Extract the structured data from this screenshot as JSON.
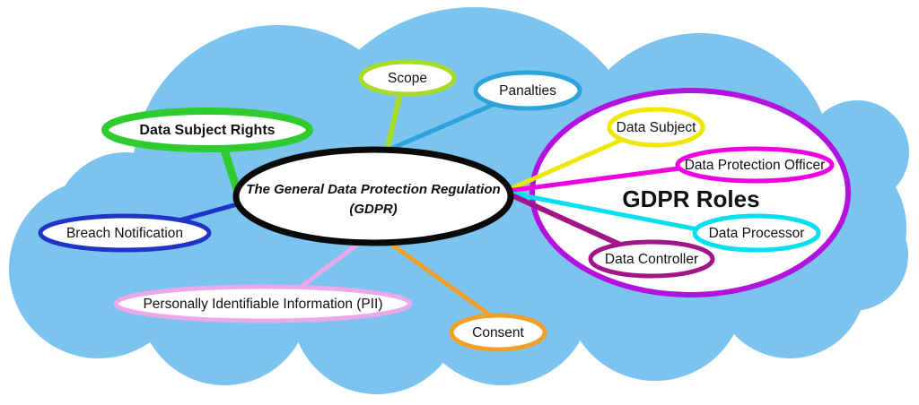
{
  "diagram": {
    "background_color": "#FFFFFF",
    "cloud_color": "#7CC4F0",
    "central": {
      "label_line1": "The General Data Protection Regulation",
      "label_line2": "(GDPR)",
      "border_color": "#0A0A0A"
    },
    "nodes": {
      "scope": {
        "label": "Scope",
        "color": "#A8DC28"
      },
      "penalties": {
        "label": "Panalties",
        "color": "#2BA4DC"
      },
      "data_subject_rights": {
        "label": "Data Subject Rights",
        "color": "#2ECC2E"
      },
      "breach_notification": {
        "label": "Breach Notification",
        "color": "#2033C8"
      },
      "pii": {
        "label": "Personally Identifiable Information (PII)",
        "color": "#ECA8EC"
      },
      "consent": {
        "label": "Consent",
        "color": "#F0A028"
      }
    },
    "roles": {
      "title": "GDPR Roles",
      "border_color": "#B312DE",
      "members": {
        "data_subject": {
          "label": "Data Subject",
          "color": "#F0E600"
        },
        "data_protection_officer": {
          "label": "Data Protection Officer",
          "color": "#EE00E0"
        },
        "data_processor": {
          "label": "Data Processor",
          "color": "#00E0EE"
        },
        "data_controller": {
          "label": "Data Controller",
          "color": "#A01688"
        }
      }
    }
  }
}
